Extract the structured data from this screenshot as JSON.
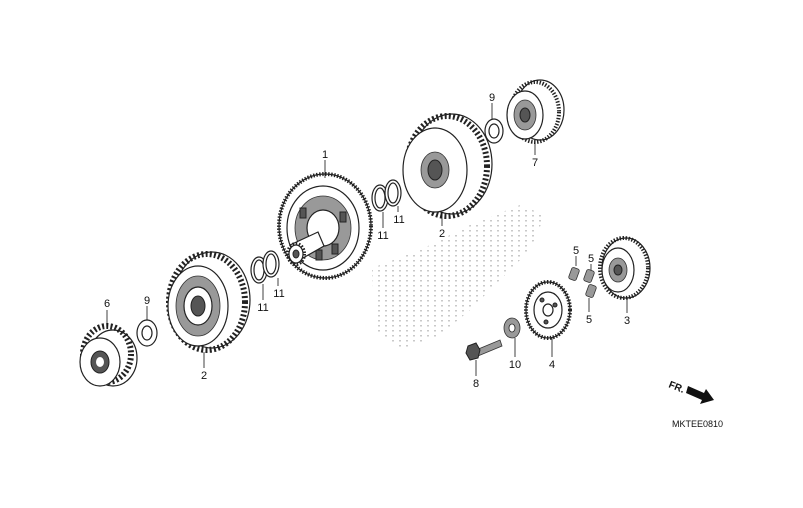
{
  "diagram": {
    "code": "MKTEE0810",
    "direction_label": "FR.",
    "callouts": [
      {
        "id": "c1",
        "text": "1"
      },
      {
        "id": "c2a",
        "text": "2"
      },
      {
        "id": "c2b",
        "text": "2"
      },
      {
        "id": "c3",
        "text": "3"
      },
      {
        "id": "c4",
        "text": "4"
      },
      {
        "id": "c5a",
        "text": "5"
      },
      {
        "id": "c5b",
        "text": "5"
      },
      {
        "id": "c5c",
        "text": "5"
      },
      {
        "id": "c6",
        "text": "6"
      },
      {
        "id": "c7",
        "text": "7"
      },
      {
        "id": "c8",
        "text": "8"
      },
      {
        "id": "c9a",
        "text": "9"
      },
      {
        "id": "c9b",
        "text": "9"
      },
      {
        "id": "c10",
        "text": "10"
      },
      {
        "id": "c11a",
        "text": "11"
      },
      {
        "id": "c11b",
        "text": "11"
      },
      {
        "id": "c11c",
        "text": "11"
      },
      {
        "id": "c11d",
        "text": "11"
      }
    ]
  }
}
